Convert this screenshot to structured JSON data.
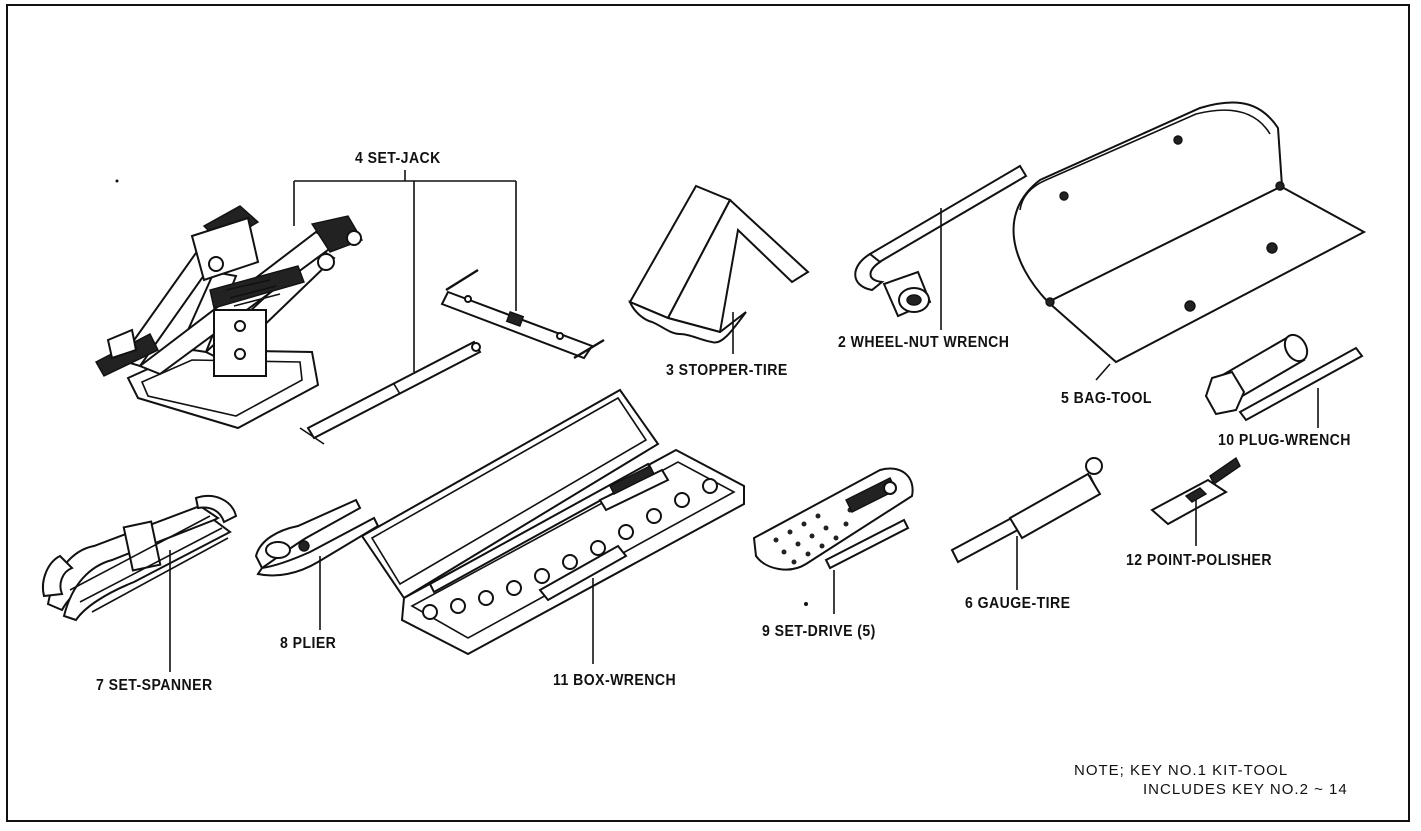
{
  "labels": {
    "set_jack": "4 SET-JACK",
    "stopper_tire": "3 STOPPER-TIRE",
    "wheel_nut_wrench": "2 WHEEL-NUT WRENCH",
    "bag_tool": "5 BAG-TOOL",
    "plug_wrench": "10 PLUG-WRENCH",
    "set_spanner": "7 SET-SPANNER",
    "plier": "8 PLIER",
    "box_wrench": "11 BOX-WRENCH",
    "set_drive": "9 SET-DRIVE (5)",
    "gauge_tire": "6 GAUGE-TIRE",
    "point_polisher": "12 POINT-POLISHER"
  },
  "note": {
    "line1": "NOTE; KEY NO.1 KIT-TOOL",
    "line2": "INCLUDES KEY NO.2 ~ 14"
  }
}
